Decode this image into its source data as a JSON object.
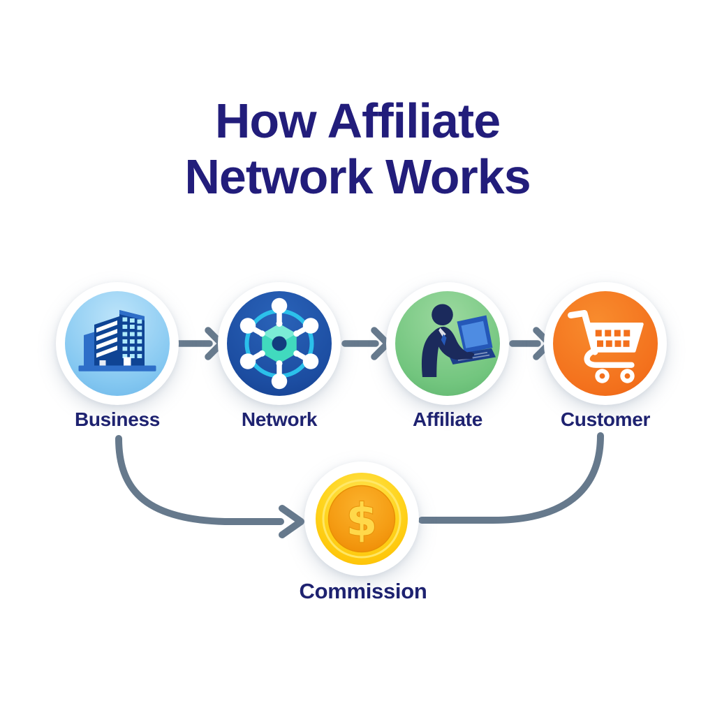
{
  "title": {
    "line1": "How Affiliate",
    "line2": "Network Works"
  },
  "flow": {
    "nodes": [
      {
        "id": "business",
        "label": "Business",
        "icon": "office-building-icon"
      },
      {
        "id": "network",
        "label": "Network",
        "icon": "network-hub-icon"
      },
      {
        "id": "affiliate",
        "label": "Affiliate",
        "icon": "person-laptop-icon"
      },
      {
        "id": "customer",
        "label": "Customer",
        "icon": "shopping-cart-icon"
      }
    ],
    "result_node": {
      "id": "commission",
      "label": "Commission",
      "icon": "dollar-coin-icon",
      "symbol": "$"
    },
    "connections": [
      {
        "from": "business",
        "to": "network",
        "type": "straight-arrow"
      },
      {
        "from": "network",
        "to": "affiliate",
        "type": "straight-arrow"
      },
      {
        "from": "affiliate",
        "to": "customer",
        "type": "straight-arrow"
      },
      {
        "from": "business",
        "to": "commission",
        "type": "curved-arrow"
      },
      {
        "from": "customer",
        "to": "commission",
        "type": "curved-line"
      }
    ]
  },
  "colors": {
    "background": "#ffffff",
    "title_text": "#221d7b",
    "label_text": "#1e2270",
    "connector": "#66798c",
    "business_circle": "#85c8f1",
    "business_circle_light": "#bde4fa",
    "building_dark": "#0f4494",
    "building_mid": "#2e6ec8",
    "building_window": "#aeeafb",
    "network_circle": "#1c4da1",
    "network_circle_light": "#2a63b9",
    "network_ring": "#2cc6ee",
    "network_hex": "#41dabe",
    "network_hex_light": "#8ff0dd",
    "network_hole": "#123c7e",
    "affiliate_circle": "#72c57e",
    "affiliate_circle_light": "#9cd99f",
    "silhouette": "#1b2a5c",
    "laptop_screen": "#2558b8",
    "laptop_screen_light": "#4e8ce2",
    "laptop_base": "#1d3f8a",
    "customer_circle": "#f3701c",
    "customer_circle_light": "#f88c2e",
    "coin_outer": "#ffd41d",
    "coin_outer_light": "#ffe65c",
    "coin_outer_deep": "#fdbe00",
    "coin_ring": "#ffe96e",
    "coin_inner": "#f59d14",
    "coin_inner_light": "#fbb22c",
    "coin_inner_deep": "#ee8a04",
    "coin_dollar": "#ffd84a",
    "coin_dollar_edge": "#e8930b"
  }
}
